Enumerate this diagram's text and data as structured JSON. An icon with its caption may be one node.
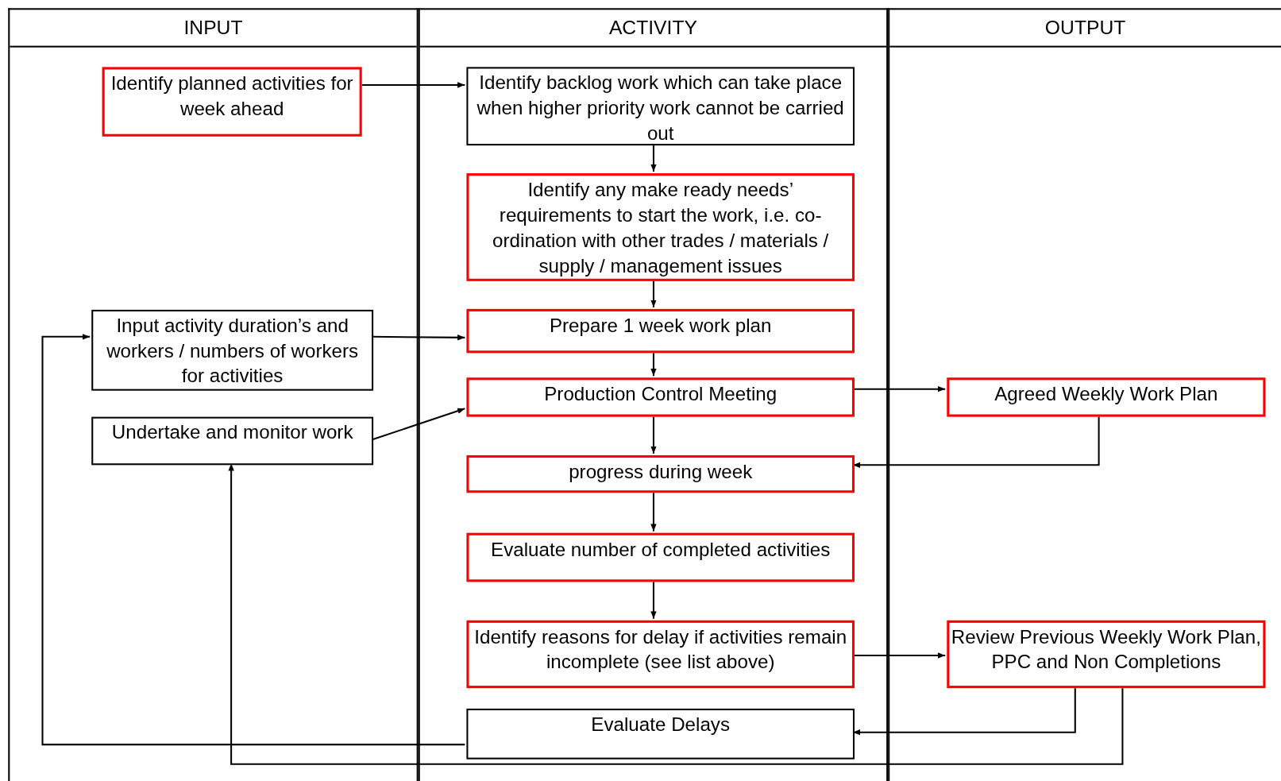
{
  "diagram": {
    "nodes": [
      {
        "text": [
          "INPUT"
        ]
      },
      {
        "text": [
          "ACTIVITY"
        ]
      },
      {
        "text": [
          "OUTPUT"
        ]
      },
      {
        "text": [
          "Identify planned activities for week ahead"
        ],
        "in": 0
      },
      {
        "text": [
          "Identify backlog work which can take place when higher priority work cannot be carried out"
        ],
        "in": 1
      },
      {
        "text": [
          "Identify any make ready needs’ requirements to start the work, i.e. co-ordination with other trades / materials / supply / management issues"
        ],
        "in": 1
      },
      {
        "text": [
          "Input activity duration’s and workers / numbers of workers for activities"
        ],
        "in": 0
      },
      {
        "text": [
          "Prepare 1 week work plan"
        ],
        "in": 1
      },
      {
        "text": [
          "Undertake and monitor work"
        ],
        "in": 0
      },
      {
        "text": [
          "Production Control Meeting"
        ],
        "in": 1
      },
      {
        "text": [
          "Agreed Weekly Work Plan"
        ],
        "in": 2
      },
      {
        "text": [
          "progress during week"
        ],
        "in": 1
      },
      {
        "text": [
          "Evaluate number of completed activities"
        ],
        "in": 1
      },
      {
        "text": [
          "Identify reasons for delay if activities remain incomplete (see list above)"
        ],
        "in": 1
      },
      {
        "text": [
          "Review Previous Weekly Work Plan, PPC and Non Completions"
        ],
        "in": 2
      },
      {
        "text": [
          "Evaluate Delays"
        ],
        "in": 1
      }
    ],
    "edges": [
      {
        "from": 3,
        "to": 4,
        "arrow": "to"
      },
      {
        "from": 4,
        "to": 5,
        "arrow": "to"
      },
      {
        "from": 5,
        "to": 7,
        "arrow": "to"
      },
      {
        "from": 6,
        "to": 7,
        "arrow": "to"
      },
      {
        "from": 7,
        "to": 9,
        "arrow": "to"
      },
      {
        "from": 8,
        "to": 9,
        "arrow": "to"
      },
      {
        "from": 9,
        "to": 10,
        "arrow": "to"
      },
      {
        "from": 9,
        "to": 11,
        "arrow": "to"
      },
      {
        "from": 10,
        "to": 11,
        "arrow": "to"
      },
      {
        "from": 11,
        "to": 12,
        "arrow": "to"
      },
      {
        "from": 12,
        "to": 13,
        "arrow": "to"
      },
      {
        "from": 13,
        "to": 14,
        "arrow": "to"
      },
      {
        "from": 14,
        "to": 15,
        "arrow": "to"
      },
      {
        "from": 15,
        "to": 6,
        "arrow": "to"
      },
      {
        "from": 14,
        "to": 8,
        "arrow": "to"
      }
    ]
  }
}
